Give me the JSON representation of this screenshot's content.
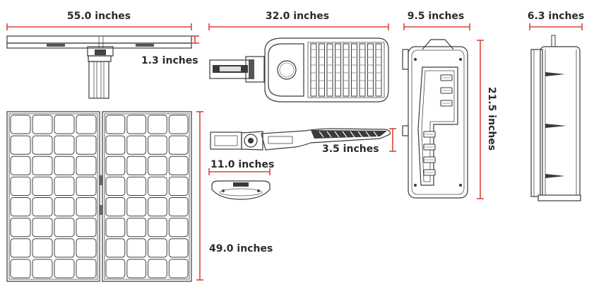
{
  "dimensions": {
    "panel_width": "55.0 inches",
    "panel_thickness": "1.3 inches",
    "panel_height": "49.0 inches",
    "luminaire_length": "32.0 inches",
    "luminaire_height": "3.5 inches",
    "luminaire_width": "11.0 inches",
    "battery_width": "9.5 inches",
    "battery_height": "21.5 inches",
    "battery_depth": "6.3 inches"
  },
  "colors": {
    "dimension_line": "#d9453a",
    "drawing_ink": "#3a3a3a",
    "label_text": "#2b2b2b"
  }
}
